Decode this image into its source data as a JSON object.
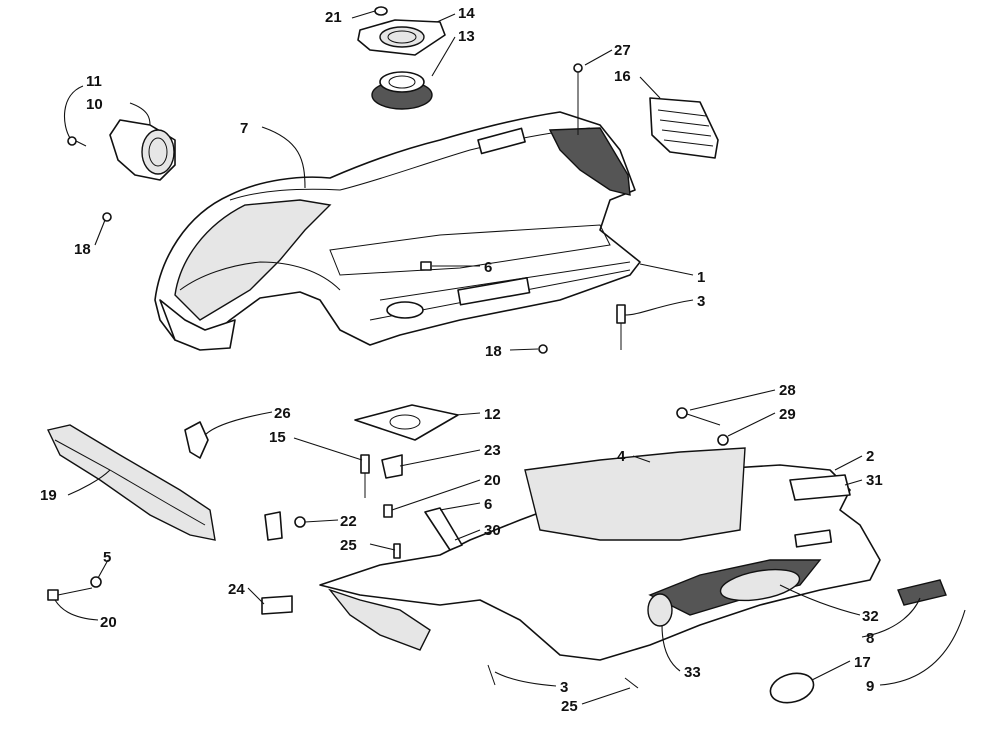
{
  "callouts": [
    {
      "id": "c21a",
      "text": "21"
    },
    {
      "id": "c14",
      "text": "14"
    },
    {
      "id": "c13",
      "text": "13"
    },
    {
      "id": "c27",
      "text": "27"
    },
    {
      "id": "c16",
      "text": "16"
    },
    {
      "id": "c11",
      "text": "11"
    },
    {
      "id": "c10",
      "text": "10"
    },
    {
      "id": "c7",
      "text": "7"
    },
    {
      "id": "c18a",
      "text": "18"
    },
    {
      "id": "c6a",
      "text": "6"
    },
    {
      "id": "c1",
      "text": "1"
    },
    {
      "id": "c3a",
      "text": "3"
    },
    {
      "id": "c18b",
      "text": "18"
    },
    {
      "id": "c28",
      "text": "28"
    },
    {
      "id": "c29",
      "text": "29"
    },
    {
      "id": "c26",
      "text": "26"
    },
    {
      "id": "c12",
      "text": "12"
    },
    {
      "id": "c15",
      "text": "15"
    },
    {
      "id": "c23",
      "text": "23"
    },
    {
      "id": "c4",
      "text": "4"
    },
    {
      "id": "c2",
      "text": "2"
    },
    {
      "id": "c31",
      "text": "31"
    },
    {
      "id": "c20a",
      "text": "20"
    },
    {
      "id": "c6b",
      "text": "6"
    },
    {
      "id": "c30",
      "text": "30"
    },
    {
      "id": "c19",
      "text": "19"
    },
    {
      "id": "c22",
      "text": "22"
    },
    {
      "id": "c25a",
      "text": "25"
    },
    {
      "id": "c5",
      "text": "5"
    },
    {
      "id": "c24",
      "text": "24"
    },
    {
      "id": "c20b",
      "text": "20"
    },
    {
      "id": "c32",
      "text": "32"
    },
    {
      "id": "c8",
      "text": "8"
    },
    {
      "id": "c33",
      "text": "33"
    },
    {
      "id": "c17",
      "text": "17"
    },
    {
      "id": "c9",
      "text": "9"
    },
    {
      "id": "c3b",
      "text": "3"
    },
    {
      "id": "c25b",
      "text": "25"
    }
  ]
}
